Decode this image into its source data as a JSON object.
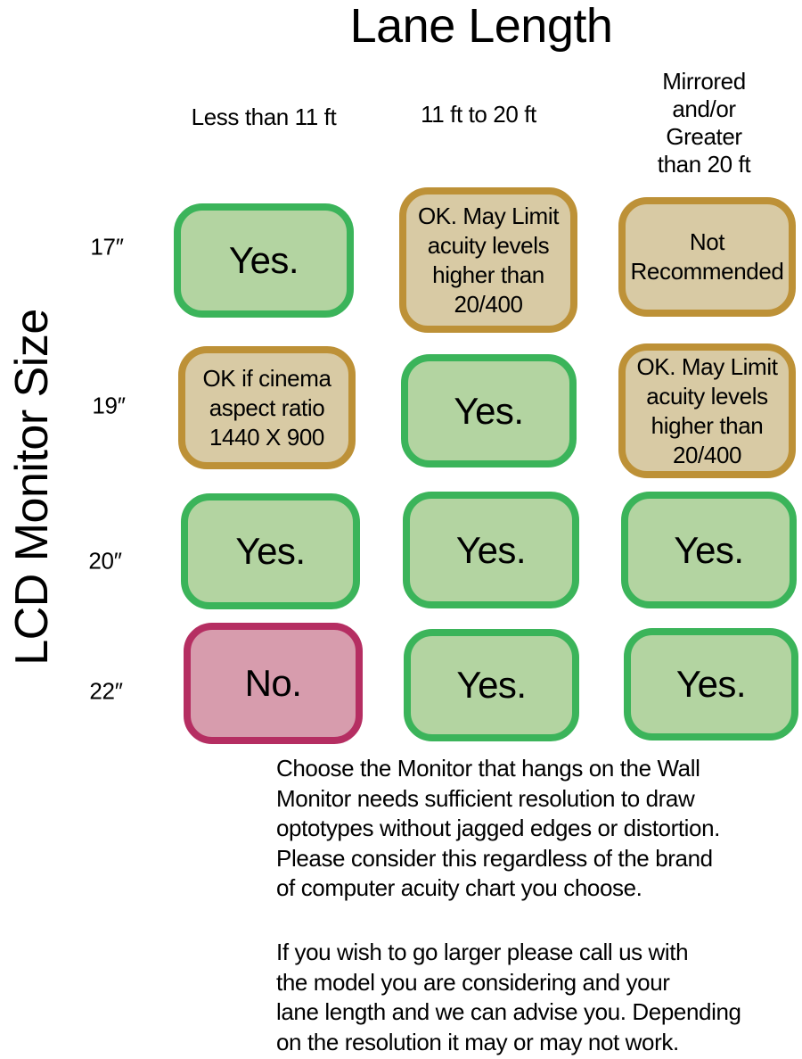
{
  "title": "Lane Length",
  "axis": {
    "y_label": "LCD Monitor Size"
  },
  "columns": [
    {
      "label": "Less than 11 ft"
    },
    {
      "label": "11 ft to 20 ft"
    },
    {
      "label": "Mirrored and/or\nGreater than 20 ft"
    }
  ],
  "rows": [
    {
      "label": "17″"
    },
    {
      "label": "19″"
    },
    {
      "label": "20″"
    },
    {
      "label": "22″"
    }
  ],
  "cells": {
    "r1c1": {
      "text": "Yes.",
      "variant": "green"
    },
    "r1c2": {
      "text": "OK. May Limit\nacuity levels\nhigher than\n20/400",
      "variant": "tan"
    },
    "r1c3": {
      "text": "Not\nRecommended",
      "variant": "tan"
    },
    "r2c1": {
      "text": "OK if cinema\naspect ratio\n1440 X 900",
      "variant": "tan"
    },
    "r2c2": {
      "text": "Yes.",
      "variant": "green"
    },
    "r2c3": {
      "text": "OK. May Limit\nacuity levels\nhigher than\n20/400",
      "variant": "tan"
    },
    "r3c1": {
      "text": "Yes.",
      "variant": "green"
    },
    "r3c2": {
      "text": "Yes.",
      "variant": "green"
    },
    "r3c3": {
      "text": "Yes.",
      "variant": "green"
    },
    "r4c1": {
      "text": "No.",
      "variant": "pink"
    },
    "r4c2": {
      "text": "Yes.",
      "variant": "green"
    },
    "r4c3": {
      "text": "Yes.",
      "variant": "green"
    }
  },
  "notes": {
    "para1": "Choose the Monitor that hangs on the Wall\nMonitor needs sufficient resolution to draw\noptotypes without jagged edges or distortion.\nPlease consider this regardless of the brand\nof computer acuity chart you choose.",
    "para2": "If you wish to go larger please call us with\nthe model you are considering and your\nlane length and we can advise you. Depending\non the resolution it may or may not work."
  },
  "colors": {
    "green_border": "#3BB45A",
    "green_fill": "#B3D4A1",
    "tan_border": "#BD9137",
    "tan_fill": "#D8CAA4",
    "pink_border": "#B52E62",
    "pink_fill": "#D79CAD"
  }
}
